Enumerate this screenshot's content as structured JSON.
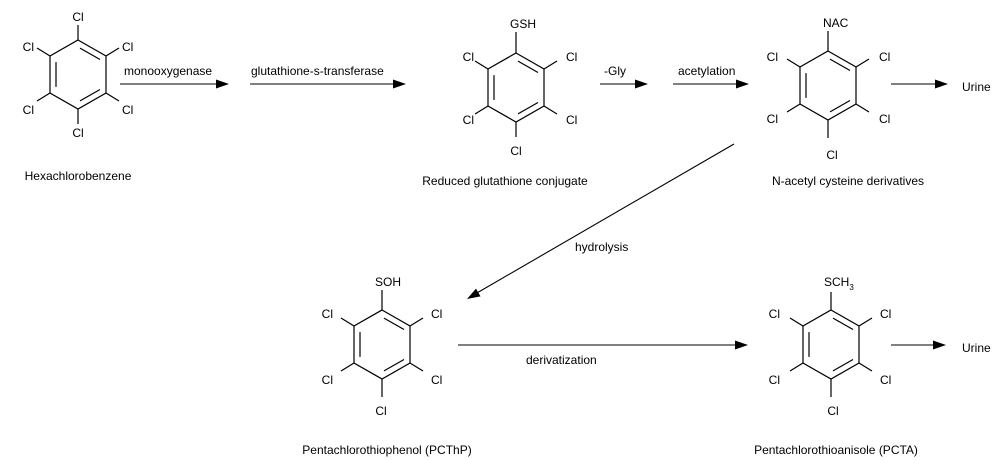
{
  "molecules": {
    "hexachlorobenzene": {
      "name": "Hexachlorobenzene",
      "sub_top": "Cl",
      "sub_top_right": "Cl",
      "sub_bottom_right": "Cl",
      "sub_bottom": "Cl",
      "sub_bottom_left": "Cl",
      "sub_top_left": "Cl"
    },
    "glutathione_conjugate": {
      "name": "Reduced glutathione conjugate",
      "sub_top": "GSH",
      "sub_top_right": "Cl",
      "sub_bottom_right": "Cl",
      "sub_bottom": "Cl",
      "sub_bottom_left": "Cl",
      "sub_top_left": "Cl"
    },
    "nac_derivative": {
      "name": "N-acetyl cysteine derivatives",
      "sub_top": "NAC",
      "sub_top_right": "Cl",
      "sub_bottom_right": "Cl",
      "sub_bottom": "Cl",
      "sub_bottom_left": "Cl",
      "sub_top_left": "Cl"
    },
    "pcthp": {
      "name": "Pentachlorothiophenol (PCThP)",
      "sub_top": "SOH",
      "sub_top_right": "Cl",
      "sub_bottom_right": "Cl",
      "sub_bottom": "Cl",
      "sub_bottom_left": "Cl",
      "sub_top_left": "Cl"
    },
    "pcta": {
      "name": "Pentachlorothioanisole (PCTA)",
      "sub_top_main": "SCH",
      "sub_top_sub": "3",
      "sub_top_right": "Cl",
      "sub_bottom_right": "Cl",
      "sub_bottom": "Cl",
      "sub_bottom_left": "Cl",
      "sub_top_left": "Cl"
    }
  },
  "steps": {
    "monooxygenase": "monooxygenase",
    "gst": "glutathione-s-transferase",
    "gly": "-Gly",
    "acetylation": "acetylation",
    "hydrolysis": "hydrolysis",
    "derivatization": "derivatization"
  },
  "outputs": {
    "urine_top": "Urine",
    "urine_bottom": "Urine"
  }
}
